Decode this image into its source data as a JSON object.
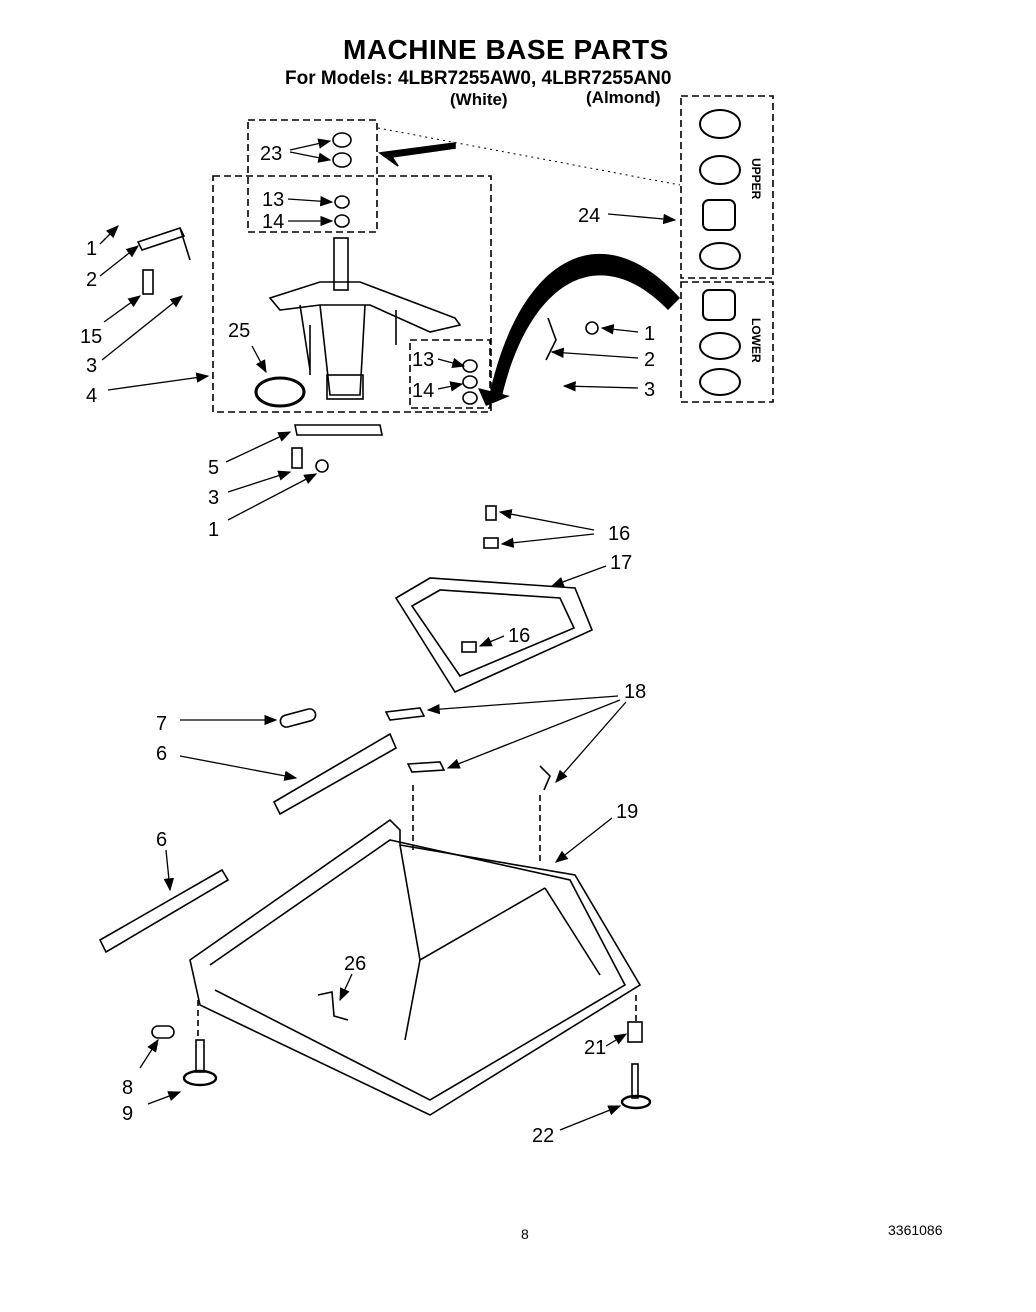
{
  "header": {
    "title": "MACHINE BASE PARTS",
    "subtitle": "For Models: 4LBR7255AW0, 4LBR7255AN0",
    "variant_white": "(White)",
    "variant_almond": "(Almond)"
  },
  "footer": {
    "page_number": "8",
    "doc_number": "3361086"
  },
  "side_labels": {
    "upper": "UPPER",
    "lower": "LOWER"
  },
  "callouts": {
    "c23": "23",
    "c13a": "13",
    "c14a": "14",
    "c24": "24",
    "c1a": "1",
    "c2a": "2",
    "c15": "15",
    "c3a": "3",
    "c25": "25",
    "c4": "4",
    "c1b": "1",
    "c2b": "2",
    "c3b": "3",
    "c13b": "13",
    "c14b": "14",
    "c5": "5",
    "c3c": "3",
    "c1c": "1",
    "c16a": "16",
    "c17": "17",
    "c16b": "16",
    "c18": "18",
    "c7": "7",
    "c6a": "6",
    "c6b": "6",
    "c19": "19",
    "c26": "26",
    "c21": "21",
    "c8": "8",
    "c9": "9",
    "c22": "22"
  }
}
